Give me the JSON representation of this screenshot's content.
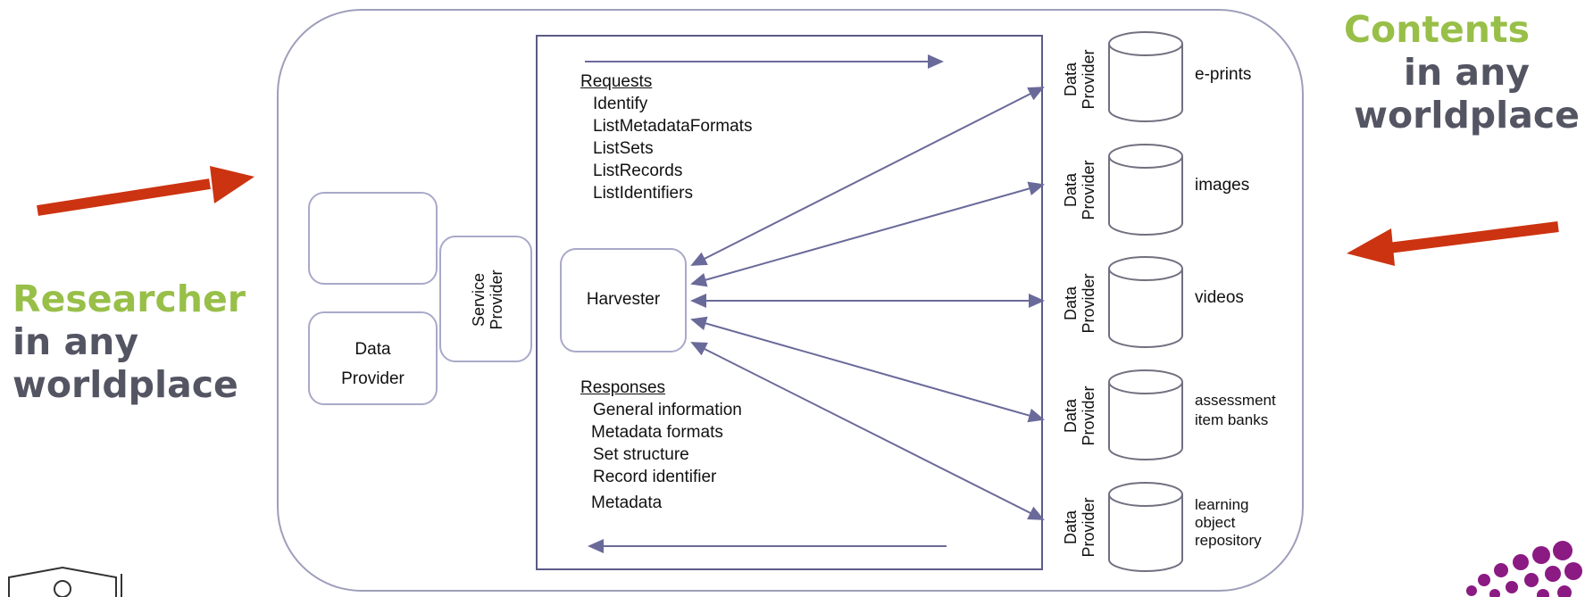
{
  "left_label": {
    "line1": "Researcher",
    "line2": "in any",
    "line3": "worldplace"
  },
  "right_label": {
    "line1": "Contents",
    "line2": "in any",
    "line3": "worldplace"
  },
  "diagram": {
    "data_provider_left": [
      "Data",
      "Provider"
    ],
    "service_provider": [
      "Service",
      "Provider"
    ],
    "harvester": "Harvester",
    "requests": {
      "title": "Requests",
      "items": [
        "Identify",
        "ListMetadataFormats",
        "ListSets",
        "ListRecords",
        "ListIdentifiers"
      ]
    },
    "responses": {
      "title": "Responses",
      "items": [
        "General information",
        "Metadata formats",
        "Set structure",
        "Record identifier",
        "Metadata"
      ]
    },
    "data_provider_label": [
      "Data",
      "Provider"
    ],
    "repositories": [
      {
        "lines": [
          "e-prints"
        ]
      },
      {
        "lines": [
          "images"
        ]
      },
      {
        "lines": [
          "videos"
        ]
      },
      {
        "lines": [
          "assessment",
          "item banks"
        ]
      },
      {
        "lines": [
          "learning",
          "object",
          "repository"
        ]
      }
    ]
  },
  "colors": {
    "accent_green": "#98bf48",
    "label_gray": "#545563",
    "arrow_red": "#cc3311",
    "arrow_blue": "#6a6a9a"
  }
}
